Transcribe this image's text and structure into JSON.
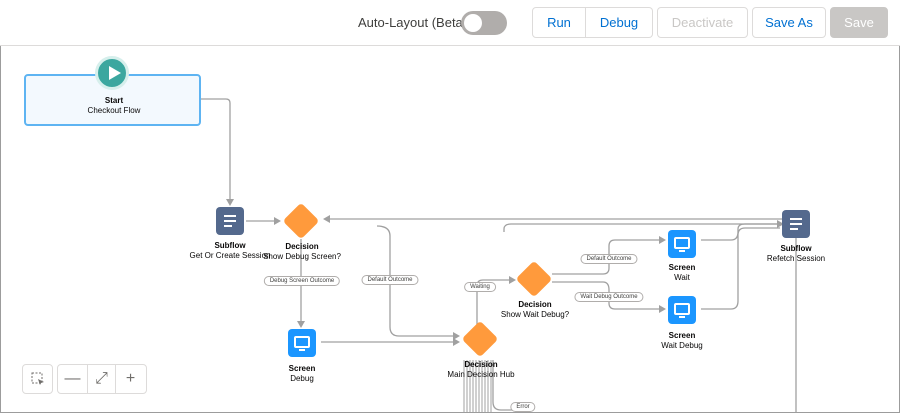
{
  "toolbar": {
    "auto_layout_label": "Auto-Layout (Beta)",
    "auto_layout_on": false,
    "run_label": "Run",
    "debug_label": "Debug",
    "deactivate_label": "Deactivate",
    "save_as_label": "Save As",
    "save_label": "Save"
  },
  "nodes": {
    "start": {
      "type": "Start",
      "name": "Checkout Flow"
    },
    "subflow1": {
      "type": "Subflow",
      "name": "Get Or Create Session"
    },
    "decision1": {
      "type": "Decision",
      "name": "Show Debug Screen?"
    },
    "screen_debug": {
      "type": "Screen",
      "name": "Debug"
    },
    "decision_main": {
      "type": "Decision",
      "name": "Main Decision Hub"
    },
    "decision_wait": {
      "type": "Decision",
      "name": "Show Wait Debug?"
    },
    "screen_wait": {
      "type": "Screen",
      "name": "Wait"
    },
    "screen_wait_debug": {
      "type": "Screen",
      "name": "Wait Debug"
    },
    "subflow2": {
      "type": "Subflow",
      "name": "Refetch Session"
    }
  },
  "connectors": {
    "debug_screen_outcome": "Debug Screen Outcome",
    "default_outcome_1": "Default Outcome",
    "waiting": "Waiting",
    "default_outcome_2": "Default Outcome",
    "wait_debug_outcome": "Wait Debug Outcome",
    "error": "Error"
  },
  "zoom_controls": {
    "select_icon": "marquee-select-icon",
    "zoom_out_icon": "minus-icon",
    "fit_icon": "expand-icon",
    "zoom_in_icon": "plus-icon"
  }
}
